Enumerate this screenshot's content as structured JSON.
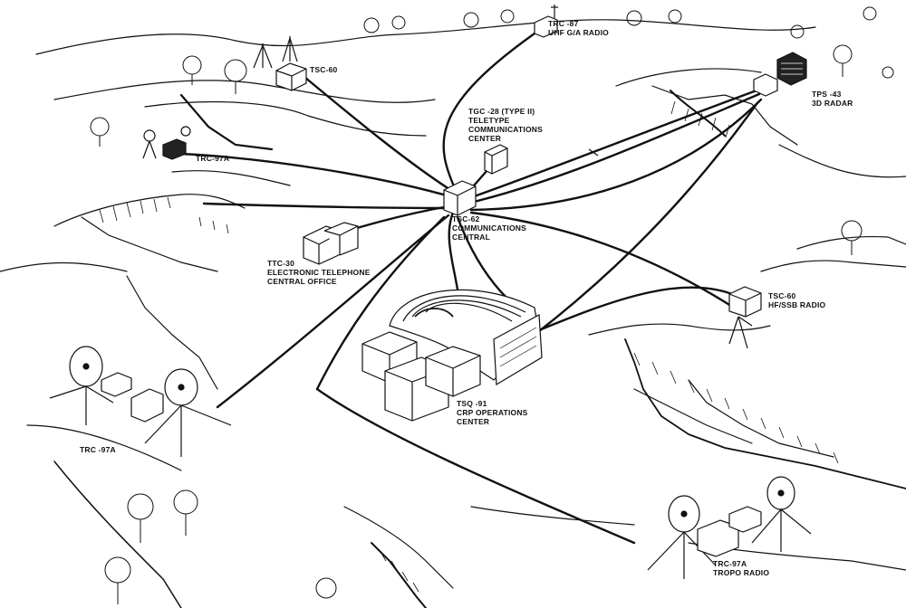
{
  "colors": {
    "ink": "#111111",
    "paper": "#ffffff"
  },
  "labels": {
    "trc87": {
      "line1": "TRC -87",
      "line2": "UHF G/A RADIO"
    },
    "tsc60_top": {
      "line1": "TSC-60"
    },
    "tps43": {
      "line1": "TPS -43",
      "line2": "3D RADAR"
    },
    "tgc28": {
      "line1": "TGC -28 (TYPE II)",
      "line2": "TELETYPE",
      "line3": "COMMUNICATIONS",
      "line4": "CENTER"
    },
    "trc97a_left": {
      "line1": "TRC-97A"
    },
    "tsc62": {
      "line1": "TSC-62",
      "line2": "COMMUNICATIONS",
      "line3": "CENTRAL"
    },
    "ttc30": {
      "line1": "TTC-30",
      "line2": "ELECTRONIC TELEPHONE",
      "line3": "CENTRAL OFFICE"
    },
    "tsc60_right": {
      "line1": "TSC-60",
      "line2": "HF/SSB RADIO"
    },
    "tsq91": {
      "line1": "TSQ -91",
      "line2": "CRP OPERATIONS",
      "line3": "CENTER"
    },
    "trc97a_bottom_left": {
      "line1": "TRC -97A"
    },
    "trc97a_tropo": {
      "line1": "TRC-97A",
      "line2": "TROPO RADIO"
    }
  }
}
